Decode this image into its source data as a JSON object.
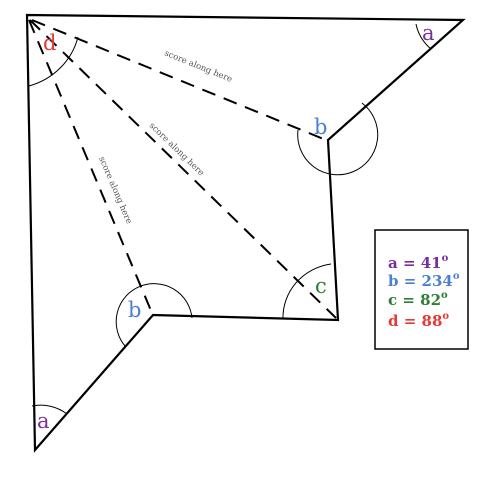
{
  "colors": {
    "a": "#7b2d9e",
    "b": "#4a7fd4",
    "c": "#2e7d32",
    "d": "#e53935"
  },
  "labels": {
    "a": "a",
    "b": "b",
    "c": "c",
    "d": "d"
  },
  "score_text": "score along here",
  "legend": [
    {
      "key": "a",
      "text": "a = 41",
      "degree": "o"
    },
    {
      "key": "b",
      "text": "b = 234",
      "degree": "o"
    },
    {
      "key": "c",
      "text": "c = 82",
      "degree": "o"
    },
    {
      "key": "d",
      "text": "d = 88",
      "degree": "o"
    }
  ]
}
